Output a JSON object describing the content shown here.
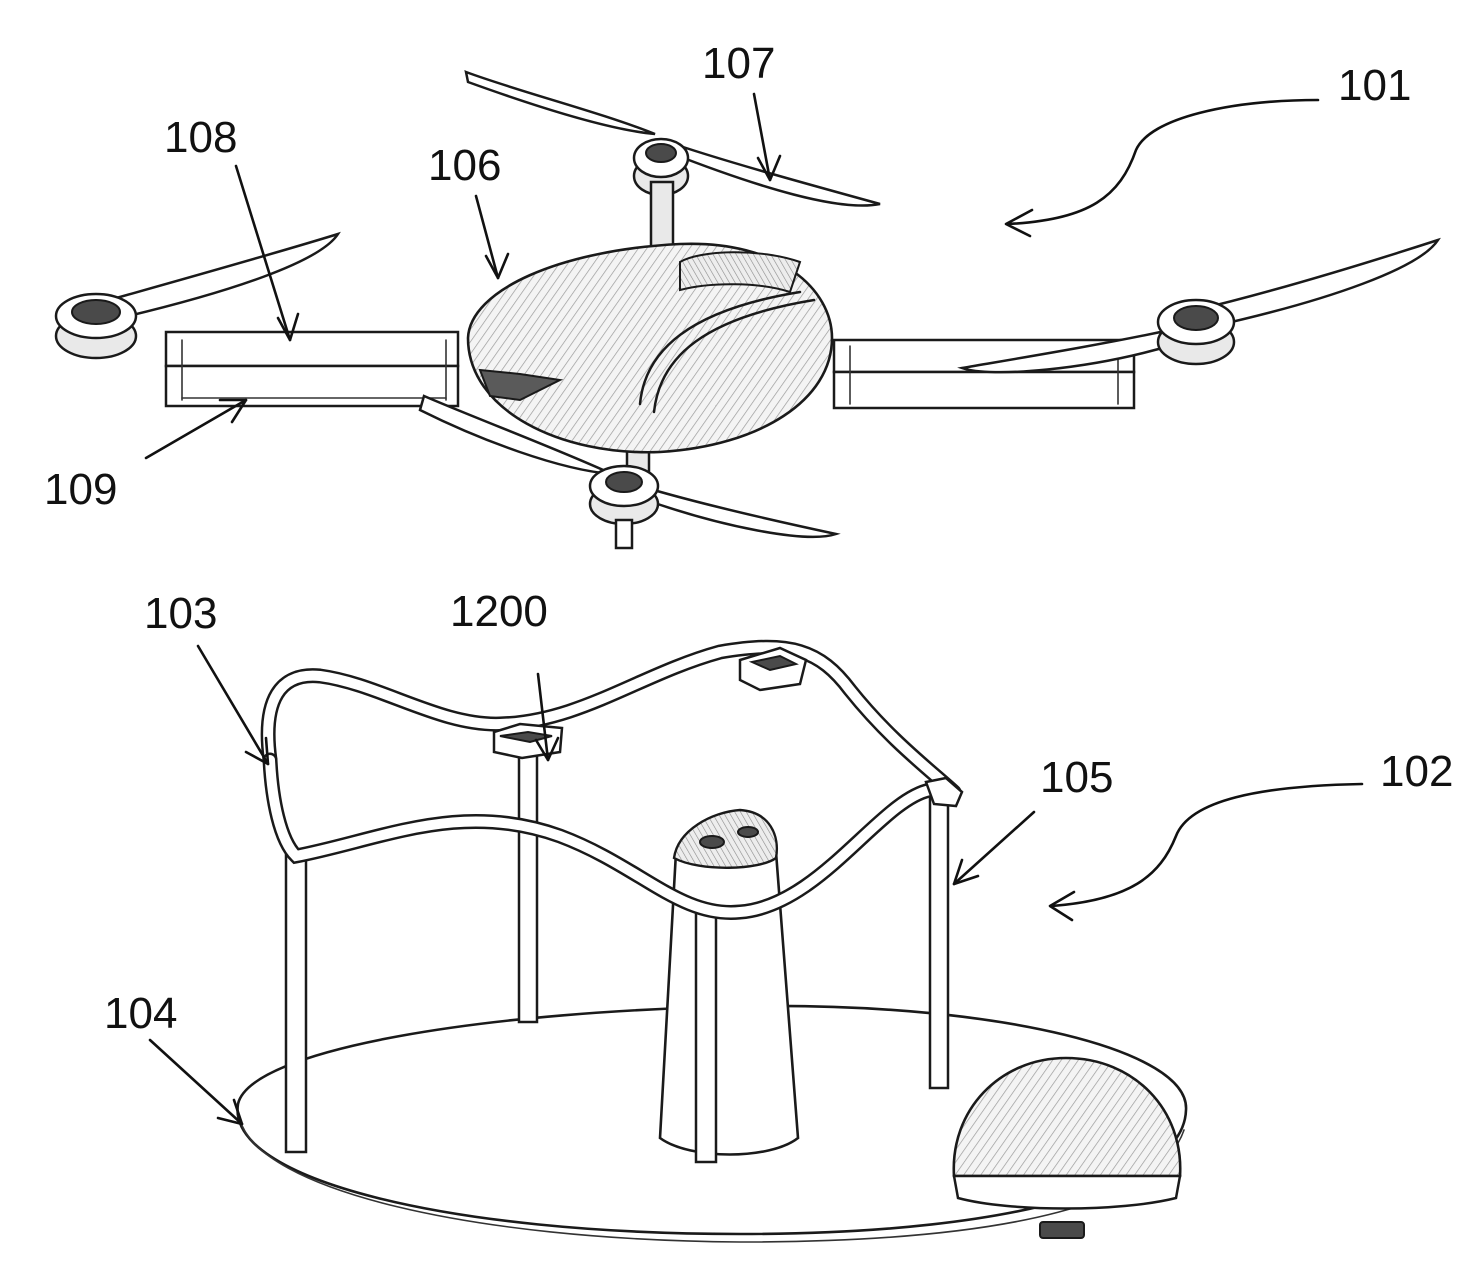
{
  "labels": {
    "label_101": "101",
    "label_102": "102",
    "label_103": "103",
    "label_104": "104",
    "label_105": "105",
    "label_106": "106",
    "label_107": "107",
    "label_108": "108",
    "label_109": "109",
    "label_1200": "1200"
  },
  "colors": {
    "ink": "#1a1a1a",
    "background": "#ffffff",
    "shade": "#e9e9e9"
  }
}
